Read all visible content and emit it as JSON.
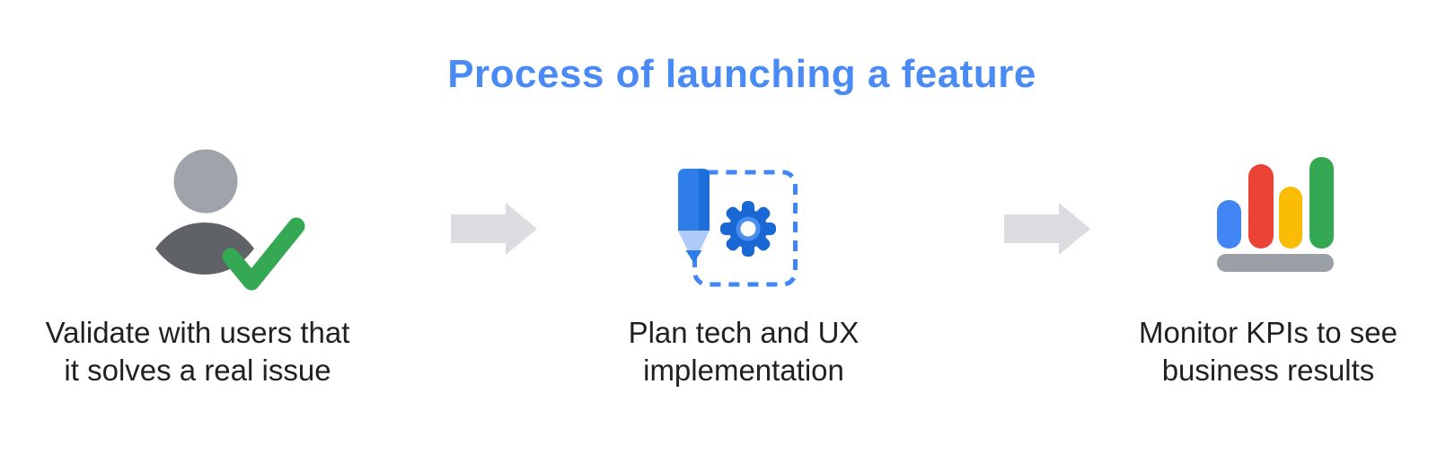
{
  "title": {
    "text": "Process of launching a feature"
  },
  "steps": [
    {
      "id": "validate",
      "icon": "user-check-icon",
      "label_line1": "Validate with users that",
      "label_line2": "it solves a real issue"
    },
    {
      "id": "plan",
      "icon": "pencil-gear-icon",
      "label_line1": "Plan tech and UX",
      "label_line2": "implementation"
    },
    {
      "id": "monitor",
      "icon": "bar-chart-icon",
      "label_line1": "Monitor KPIs to see",
      "label_line2": "business results"
    }
  ],
  "connectors": [
    {
      "icon": "arrow-right-icon"
    },
    {
      "icon": "arrow-right-icon"
    }
  ],
  "colors": {
    "title_blue": "#4a8af4",
    "icon_blue": "#4285f4",
    "pencil_blue": "#2e7de9",
    "pencil_blue_dark": "#1e6fd9",
    "pencil_tip_light": "#aecbfa",
    "gear_blue": "#1a68d3",
    "gear_ring_blue": "#4a8ff0",
    "check_green": "#34a853",
    "bar_blue": "#4285f4",
    "bar_red": "#ea4335",
    "bar_yellow": "#fbbc04",
    "bar_green": "#34a853",
    "base_gray": "#9aa0a6",
    "head_gray": "#9ea4aa",
    "body_gray": "#5f6368",
    "arrow_gray": "#dadce0",
    "text_color": "#202124"
  }
}
